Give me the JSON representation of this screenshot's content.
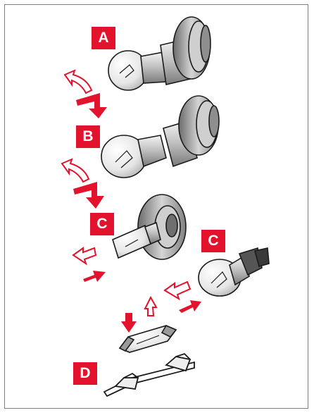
{
  "labels": {
    "a": "A",
    "b": "B",
    "c1": "C",
    "c2": "C",
    "d": "D"
  },
  "colors": {
    "accent": "#e3132d",
    "outline": "#1a1a1a",
    "frame": "#7f7f7f",
    "background": "#ffffff"
  }
}
